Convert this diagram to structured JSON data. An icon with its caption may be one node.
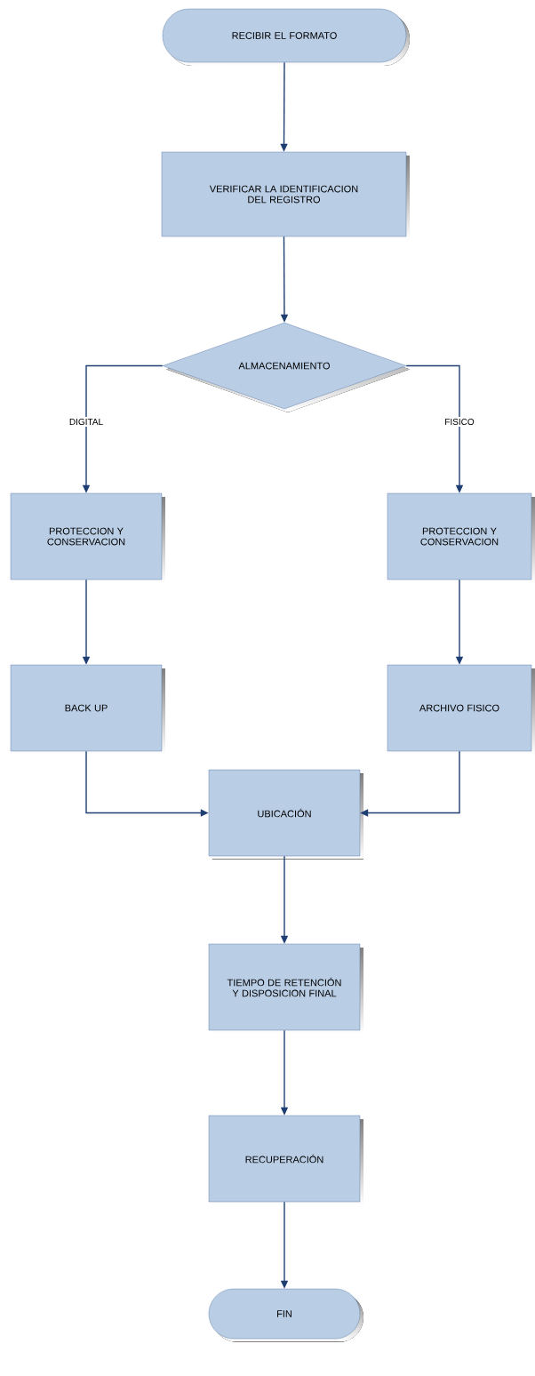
{
  "diagram": {
    "nodes": [
      {
        "text": [
          "RECIBIR EL FORMATO"
        ]
      },
      {
        "text": [
          "VERIFICAR LA IDENTIFICACION DEL REGISTRO"
        ]
      },
      {
        "text": [
          "ALMACENAMIENTO"
        ]
      },
      {
        "text": [
          "PROTECCION Y CONSERVACION"
        ]
      },
      {
        "text": [
          "PROTECCION Y CONSERVACION"
        ]
      },
      {
        "text": [
          "BACK UP"
        ]
      },
      {
        "text": [
          "ARCHIVO FISICO"
        ]
      },
      {
        "text": [
          "UBICACIÓN"
        ]
      },
      {
        "text": [
          "TIEMPO DE RETENCIÓN Y DISPOSICION FINAL"
        ]
      },
      {
        "text": [
          "RECUPERACIÓN"
        ]
      },
      {
        "text": [
          "FIN"
        ]
      }
    ],
    "edges": [
      {
        "from": 0,
        "to": 1,
        "arrow": "to"
      },
      {
        "from": 1,
        "to": 2,
        "arrow": "to"
      },
      {
        "from": 2,
        "to": 3,
        "arrow": "to",
        "label": "DIGITAL"
      },
      {
        "from": 2,
        "to": 4,
        "arrow": "to",
        "label": "FISICO"
      },
      {
        "from": 3,
        "to": 5,
        "arrow": "to"
      },
      {
        "from": 4,
        "to": 6,
        "arrow": "to"
      },
      {
        "from": 5,
        "to": 7,
        "arrow": "to"
      },
      {
        "from": 6,
        "to": 7,
        "arrow": "to"
      },
      {
        "from": 7,
        "to": 8,
        "arrow": "to"
      },
      {
        "from": 8,
        "to": 9,
        "arrow": "to"
      },
      {
        "from": 9,
        "to": 10,
        "arrow": "to"
      }
    ]
  }
}
